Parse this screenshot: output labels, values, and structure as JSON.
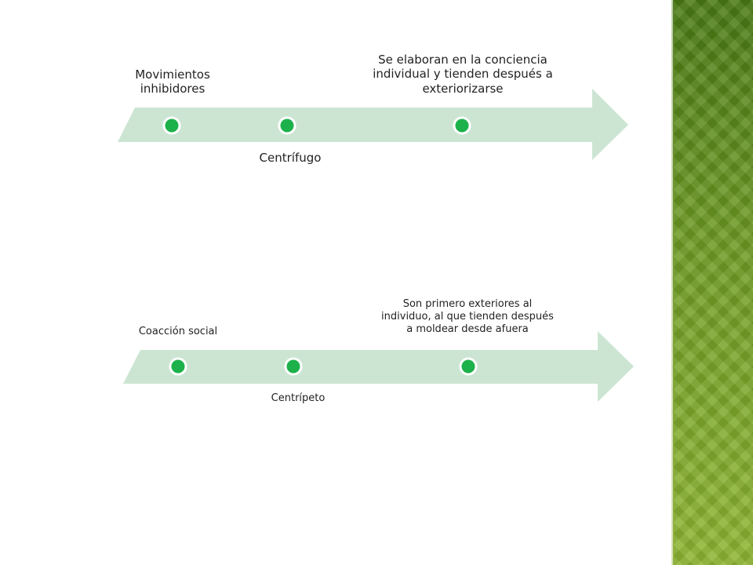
{
  "colors": {
    "arrow_fill": "#cce5d3",
    "dot_fill": "#1db14b",
    "dot_stroke": "#ffffff",
    "panel_top": "#4a7a14",
    "panel_bottom": "#8fb533"
  },
  "timelines": [
    {
      "nodes": [
        {
          "label": "Movimientos\ninhibidores",
          "position": "above"
        },
        {
          "label": "Centrífugo",
          "position": "below"
        },
        {
          "label": "Se elaboran en la conciencia\nindividual y tienden después a\nexteriorizarse",
          "position": "above"
        }
      ]
    },
    {
      "nodes": [
        {
          "label": "Coacción social",
          "position": "above"
        },
        {
          "label": "Centrípeto",
          "position": "below"
        },
        {
          "label": "Son primero exteriores al\nindividuo, al que tienden después\na moldear desde afuera",
          "position": "above"
        }
      ]
    }
  ]
}
